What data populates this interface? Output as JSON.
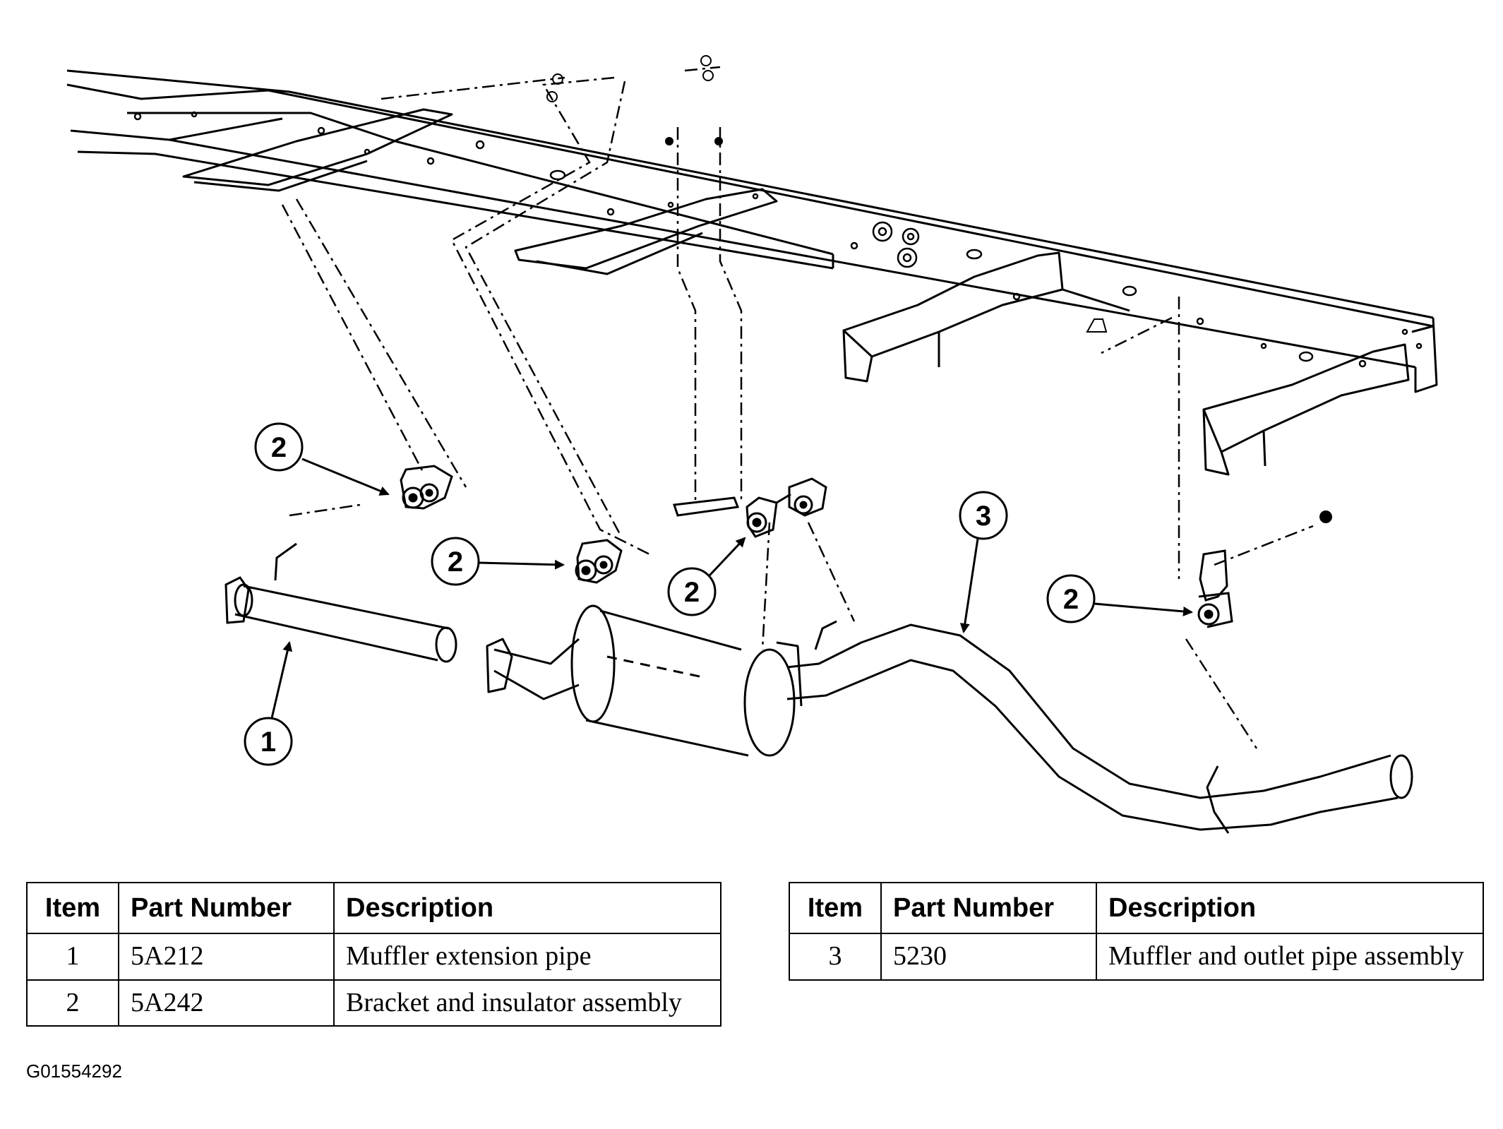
{
  "callouts": [
    {
      "label": "2"
    },
    {
      "label": "2"
    },
    {
      "label": "2"
    },
    {
      "label": "3"
    },
    {
      "label": "2"
    },
    {
      "label": "1"
    }
  ],
  "tables": [
    {
      "headers": [
        "Item",
        "Part Number",
        "Description"
      ],
      "rows": [
        {
          "item": "1",
          "part_number": "5A212",
          "description": "Muffler extension pipe"
        },
        {
          "item": "2",
          "part_number": "5A242",
          "description": "Bracket and insulator assembly"
        }
      ]
    },
    {
      "headers": [
        "Item",
        "Part Number",
        "Description"
      ],
      "rows": [
        {
          "item": "3",
          "part_number": "5230",
          "description": "Muffler and outlet pipe assembly"
        }
      ]
    }
  ],
  "figure_id": "G01554292"
}
